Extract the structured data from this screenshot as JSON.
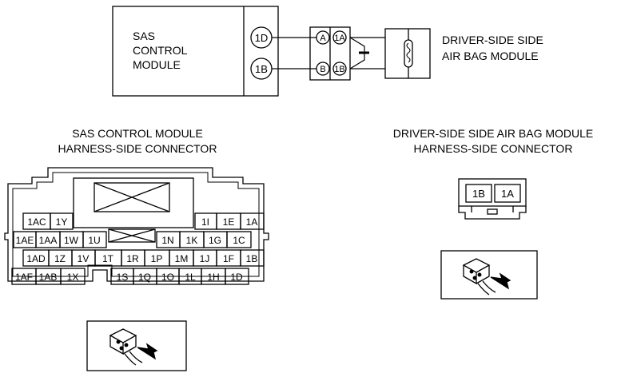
{
  "schematic": {
    "sas_module": {
      "lines": [
        "SAS",
        "CONTROL",
        "MODULE"
      ],
      "pins": [
        "1D",
        "1B"
      ]
    },
    "joint_connector": {
      "left_pins": [
        "A",
        "B"
      ],
      "right_pins": [
        "1A",
        "1B"
      ]
    },
    "airbag_module": {
      "lines": [
        "DRIVER-SIDE SIDE",
        "AIR BAG MODULE"
      ]
    }
  },
  "sas_connector": {
    "title_lines": [
      "SAS CONTROL MODULE",
      "HARNESS-SIDE CONNECTOR"
    ],
    "rows": [
      [
        "1AC",
        "1Y",
        "1I",
        "1E",
        "1A"
      ],
      [
        "1AE",
        "1AA",
        "1W",
        "1U",
        "1N",
        "1K",
        "1G",
        "1C"
      ],
      [
        "1AD",
        "1Z",
        "1V",
        "1T",
        "1R",
        "1P",
        "1M",
        "1J",
        "1F",
        "1B"
      ],
      [
        "1AF",
        "1AB",
        "1X",
        "1S",
        "1Q",
        "1O",
        "1L",
        "1H",
        "1D"
      ]
    ]
  },
  "airbag_connector": {
    "title_lines": [
      "DRIVER-SIDE SIDE AIR BAG MODULE",
      "HARNESS-SIDE CONNECTOR"
    ],
    "pins": [
      "1B",
      "1A"
    ]
  },
  "icons": [
    "connector-view-icon",
    "connector-view-icon"
  ]
}
